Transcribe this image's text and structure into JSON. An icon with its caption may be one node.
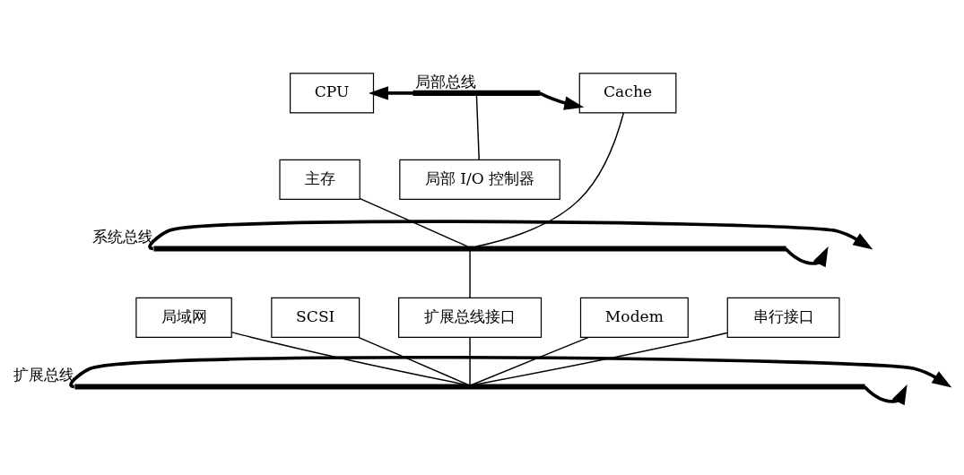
{
  "diagram": {
    "nodes": [
      {
        "text": [
          "CPU"
        ]
      },
      {
        "text": [],
        "shape": "bar",
        "beside": [
          "局部总线"
        ]
      },
      {
        "text": [
          "Cache"
        ]
      },
      {
        "text": [
          "主存"
        ]
      },
      {
        "text": [
          "局部 I/O 控制器"
        ]
      },
      {
        "text": [],
        "shape": "bar",
        "beside": [
          "系统总线"
        ]
      },
      {
        "text": [
          "局域网"
        ]
      },
      {
        "text": [
          "SCSI"
        ]
      },
      {
        "text": [
          "扩展总线接口"
        ]
      },
      {
        "text": [
          "Modem"
        ]
      },
      {
        "text": [
          "串行接口"
        ]
      },
      {
        "text": [],
        "shape": "bar",
        "beside": [
          "扩展总线"
        ]
      }
    ],
    "edges": [
      {
        "from": 1,
        "to": 0,
        "arrow": "to",
        "style": "thick"
      },
      {
        "from": 1,
        "to": 2,
        "arrow": "to",
        "style": "thick"
      },
      {
        "from": 1,
        "to": 4,
        "arrow": "none"
      },
      {
        "from": 3,
        "to": 5,
        "arrow": "none"
      },
      {
        "from": 2,
        "to": 5,
        "arrow": "none"
      },
      {
        "from": 5,
        "to": null,
        "arrow": "to",
        "style": "thick"
      },
      {
        "from": 5,
        "to": null,
        "arrow": "to",
        "style": "thick"
      },
      {
        "from": 5,
        "to": 8,
        "arrow": "none"
      },
      {
        "from": 6,
        "to": 11,
        "arrow": "none"
      },
      {
        "from": 7,
        "to": 11,
        "arrow": "none"
      },
      {
        "from": 8,
        "to": 11,
        "arrow": "none"
      },
      {
        "from": 9,
        "to": 11,
        "arrow": "none"
      },
      {
        "from": 10,
        "to": 11,
        "arrow": "none"
      },
      {
        "from": 11,
        "to": null,
        "arrow": "to",
        "style": "thick"
      },
      {
        "from": 11,
        "to": null,
        "arrow": "to",
        "style": "thick"
      }
    ]
  }
}
